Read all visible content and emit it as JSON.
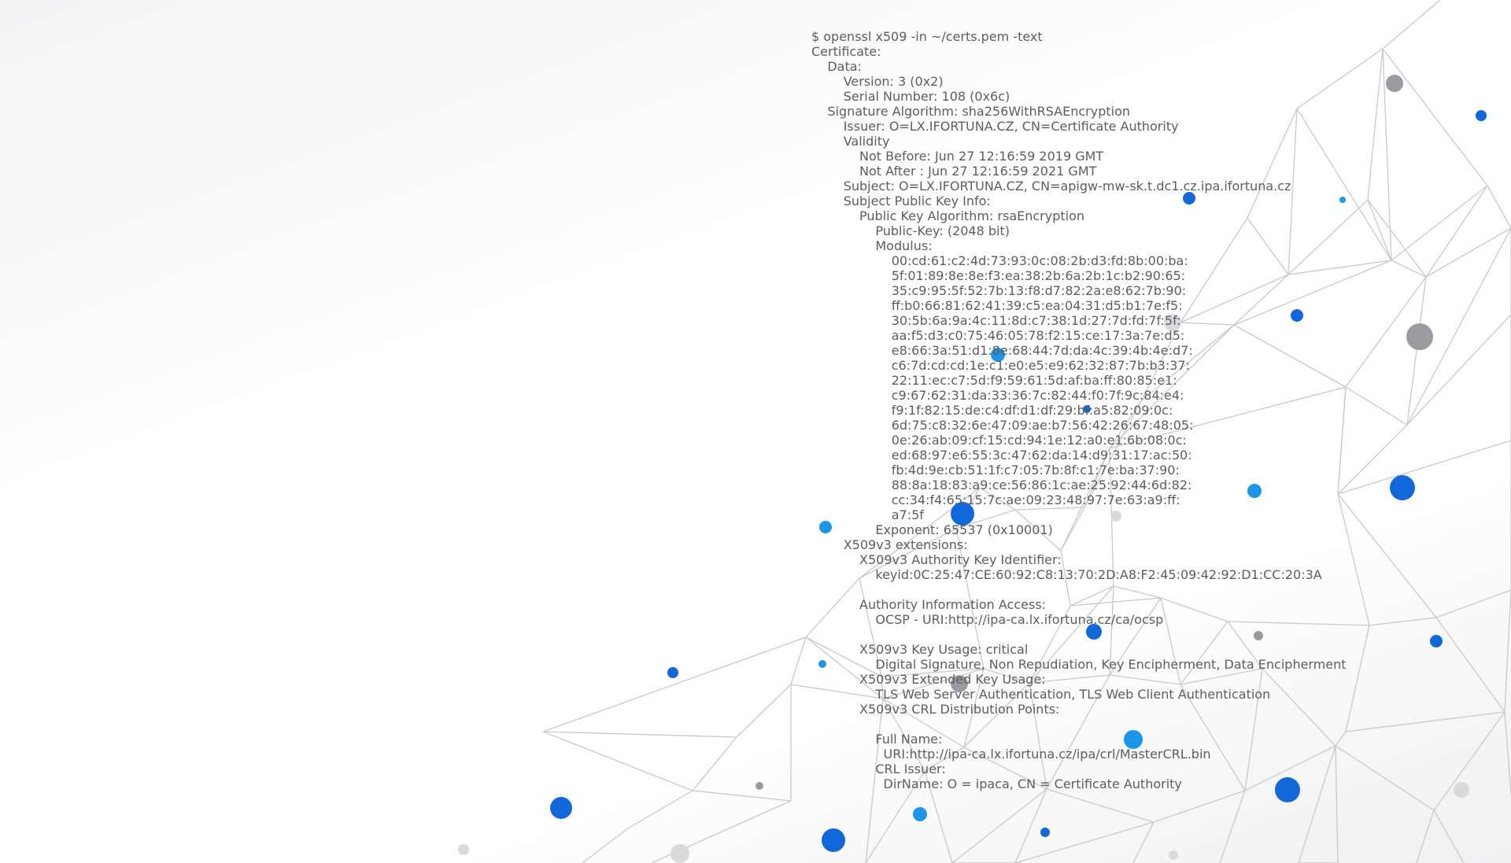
{
  "terminal": {
    "lines": [
      "$ openssl x509 -in ~/certs.pem -text",
      "Certificate:",
      "    Data:",
      "        Version: 3 (0x2)",
      "        Serial Number: 108 (0x6c)",
      "    Signature Algorithm: sha256WithRSAEncryption",
      "        Issuer: O=LX.IFORTUNA.CZ, CN=Certificate Authority",
      "        Validity",
      "            Not Before: Jun 27 12:16:59 2019 GMT",
      "            Not After : Jun 27 12:16:59 2021 GMT",
      "        Subject: O=LX.IFORTUNA.CZ, CN=apigw-mw-sk.t.dc1.cz.ipa.ifortuna.cz",
      "        Subject Public Key Info:",
      "            Public Key Algorithm: rsaEncryption",
      "                Public-Key: (2048 bit)",
      "                Modulus:",
      "                    00:cd:61:c2:4d:73:93:0c:08:2b:d3:fd:8b:00:ba:",
      "                    5f:01:89:8e:8e:f3:ea:38:2b:6a:2b:1c:b2:90:65:",
      "                    35:c9:95:5f:52:7b:13:f8:d7:82:2a:e8:62:7b:90:",
      "                    ff:b0:66:81:62:41:39:c5:ea:04:31:d5:b1:7e:f5:",
      "                    30:5b:6a:9a:4c:11:8d:c7:38:1d:27:7d:fd:7f:5f:",
      "                    aa:f5:d3:c0:75:46:05:78:f2:15:ce:17:3a:7e:d5:",
      "                    e8:66:3a:51:d1:8e:68:44:7d:da:4c:39:4b:4e:d7:",
      "                    c6:7d:cd:cd:1e:c1:e0:e5:e9:62:32:87:7b:b3:37:",
      "                    22:11:ec:c7:5d:f9:59:61:5d:af:ba:ff:80:85:e1:",
      "                    c9:67:62:31:da:33:36:7c:82:44:f0:7f:9c:84:e4:",
      "                    f9:1f:82:15:de:c4:df:d1:df:29:bf:a5:82:09:0c:",
      "                    6d:75:c8:32:6e:47:09:ae:b7:56:42:26:67:48:05:",
      "                    0e:26:ab:09:cf:15:cd:94:1e:12:a0:e1:6b:08:0c:",
      "                    ed:68:97:e6:55:3c:47:62:da:14:d9:31:17:ac:50:",
      "                    fb:4d:9e:cb:51:1f:c7:05:7b:8f:c1:7e:ba:37:90:",
      "                    88:8a:18:83:a9:ce:56:86:1c:ae:25:92:44:6d:82:",
      "                    cc:34:f4:65:15:7c:ae:09:23:48:97:7e:63:a9:ff:",
      "                    a7:5f",
      "                Exponent: 65537 (0x10001)",
      "        X509v3 extensions:",
      "            X509v3 Authority Key Identifier:",
      "                keyid:0C:25:47:CE:60:92:C8:13:70:2D:A8:F2:45:09:42:92:D1:CC:20:3A",
      "",
      "            Authority Information Access:",
      "                OCSP - URI:http://ipa-ca.lx.ifortuna.cz/ca/ocsp",
      "",
      "            X509v3 Key Usage: critical",
      "                Digital Signature, Non Repudiation, Key Encipherment, Data Encipherment",
      "            X509v3 Extended Key Usage:",
      "                TLS Web Server Authentication, TLS Web Client Authentication",
      "            X509v3 CRL Distribution Points:",
      "",
      "                Full Name:",
      "                  URI:http://ipa-ca.lx.ifortuna.cz/ipa/crl/MasterCRL.bin",
      "                CRL Issuer:",
      "                  DirName: O = ipaca, CN = Certificate Authority"
    ]
  },
  "colors": {
    "text": "#5d5d5d",
    "network_line": "#c9c9cc",
    "node_blue": "#1268d8",
    "node_light_blue": "#1c96e8",
    "node_gray": "#9a9aa0",
    "node_light_gray": "#dadadd"
  },
  "icons": {
    "background": "network-mesh-icon"
  }
}
